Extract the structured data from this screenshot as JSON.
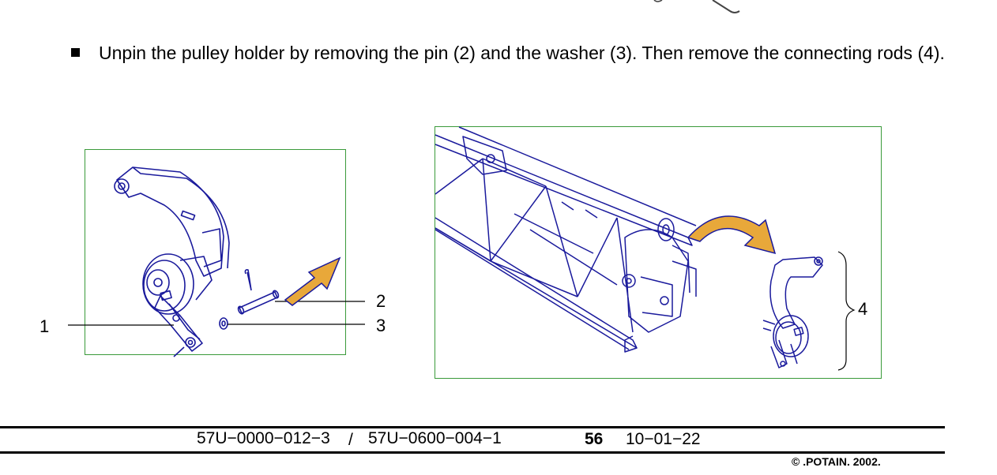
{
  "instruction": {
    "text": "Unpin the pulley holder by removing the pin (2) and the washer (3). Then remove the connecting rods (4)."
  },
  "figure_left": {
    "callouts": {
      "c1": "1",
      "c2": "2",
      "c3": "3"
    }
  },
  "figure_right": {
    "callouts": {
      "c4": "4"
    }
  },
  "footer": {
    "doc_ref_1": "57U−0000−012−3",
    "separator": "/",
    "doc_ref_2": "57U−0600−004−1",
    "page_number": "56",
    "date": "10−01−22",
    "copyright": "© .POTAIN. 2002."
  },
  "colors": {
    "line_art": "#1a1a9c",
    "frame": "#3a9a3a",
    "arrow_fill": "#e8a83a",
    "arrow_stroke": "#1a1a9c"
  }
}
